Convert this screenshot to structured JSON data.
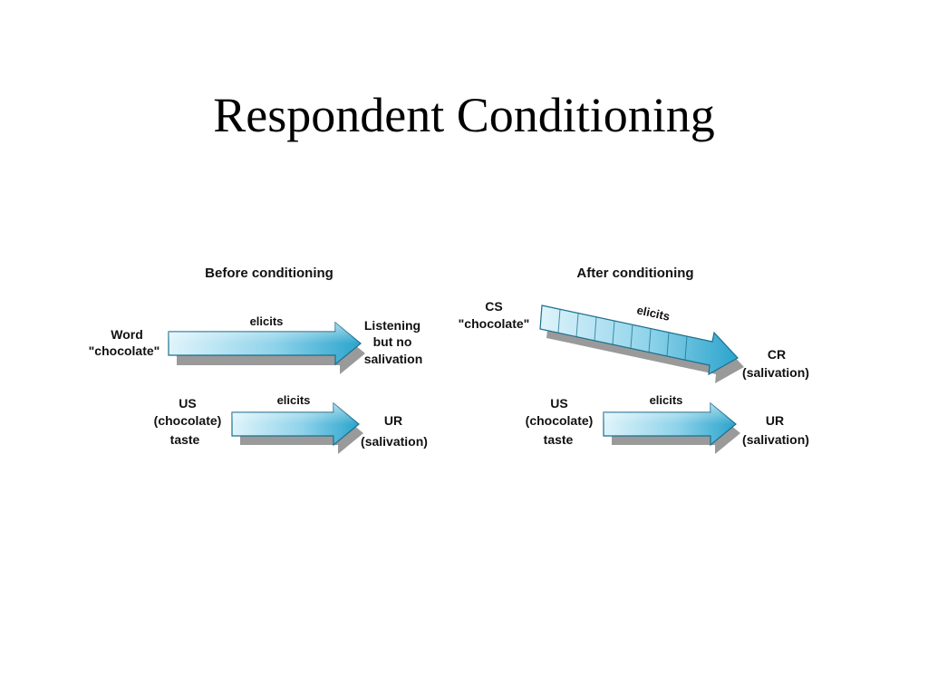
{
  "slide": {
    "title": "Respondent Conditioning"
  },
  "colors": {
    "arrow_light": "#dff4fb",
    "arrow_mid": "#8fd3ea",
    "arrow_dark": "#2ba4cc",
    "arrow_outline": "#1b6f8e",
    "arrow_shadow": "#9a9a9a"
  },
  "before": {
    "title": "Before conditioning",
    "row1": {
      "stimulus_line1": "Word",
      "stimulus_line2": "\"chocolate\"",
      "verb": "elicits",
      "response_line1": "Listening",
      "response_line2": "but no",
      "response_line3": "salivation"
    },
    "row2": {
      "stimulus_line1": "US",
      "stimulus_line2": "(chocolate)",
      "stimulus_line3": "taste",
      "verb": "elicits",
      "response_line1": "UR",
      "response_line2": "(salivation)"
    }
  },
  "after": {
    "title": "After conditioning",
    "row1": {
      "stimulus_line1": "CS",
      "stimulus_line2": "\"chocolate\"",
      "verb": "elicits",
      "response_line1": "CR",
      "response_line2": "(salivation)"
    },
    "row2": {
      "stimulus_line1": "US",
      "stimulus_line2": "(chocolate)",
      "stimulus_line3": "taste",
      "verb": "elicits",
      "response_line1": "UR",
      "response_line2": "(salivation)"
    }
  }
}
